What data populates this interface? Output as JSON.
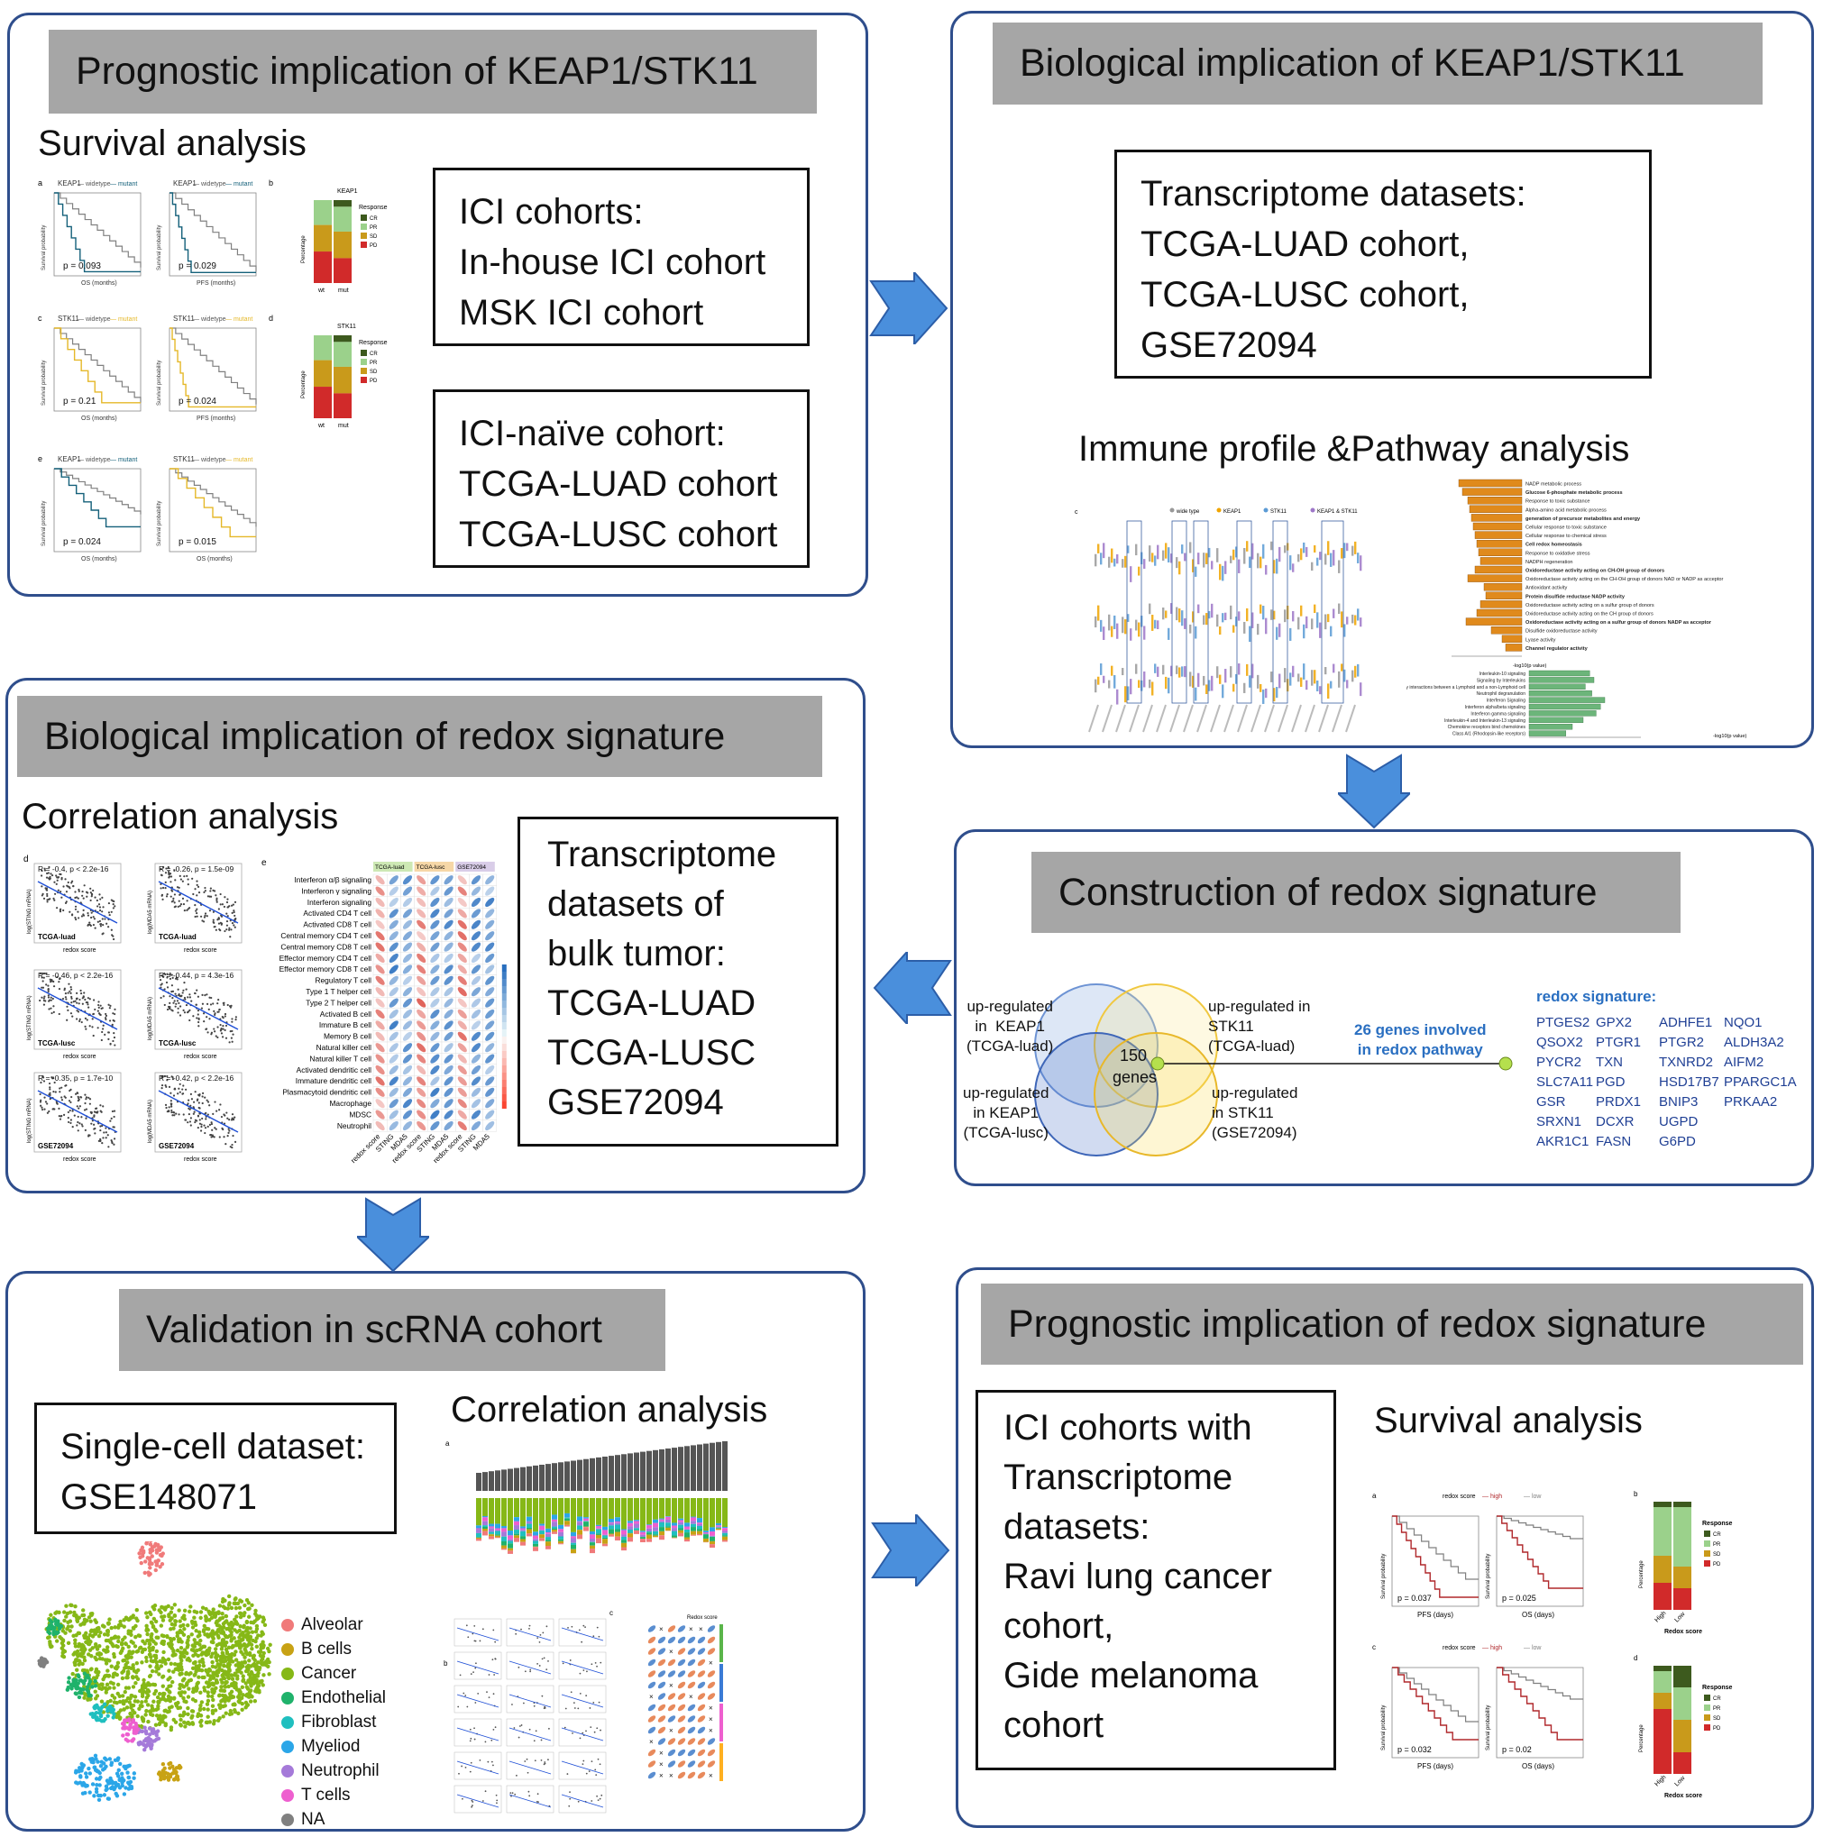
{
  "panels": {
    "p1": {
      "title": "Prognostic implication of KEAP1/STK11",
      "subtitle": "Survival analysis",
      "box1": [
        "ICI cohorts:",
        "In-house ICI cohort",
        "MSK ICI cohort"
      ],
      "box2": [
        "ICI-naïve cohort:",
        "TCGA-LUAD cohort",
        "TCGA-LUSC cohort"
      ],
      "pvals": [
        "p = 0.093",
        "p = 0.029",
        "p = 0.21",
        "p = 0.024",
        "p = 0.024",
        "p = 0.015"
      ],
      "plot_titles": [
        "KEAP1",
        "KEAP1",
        "STK11",
        "STK11",
        "KEAP1",
        "STK11"
      ],
      "legend_wt": "widetype",
      "legend_mut": "mutant",
      "xlabels": [
        "OS (months)",
        "PFS (months)",
        "OS (months)",
        "PFS (months)",
        "OS (months)",
        "OS (months)"
      ],
      "ylabel": "Survival probability",
      "panel_letters": [
        "a",
        "b",
        "c",
        "d",
        "e"
      ],
      "bar_titles": [
        "KEAP1",
        "STK11"
      ],
      "response_label": "Response",
      "response_items": [
        "CR",
        "PR",
        "SD",
        "PD"
      ],
      "bar_xlabels": [
        "wt",
        "mut"
      ],
      "percentage": "Percentage"
    },
    "p2": {
      "title": "Biological implication of KEAP1/STK11",
      "box": [
        "Transcriptome datasets:",
        "TCGA-LUAD cohort,",
        "TCGA-LUSC cohort,",
        "GSE72094"
      ],
      "subtitle": "Immune profile &Pathway analysis",
      "pathways_top": [
        "NADP metabolic process",
        "Glucose 6-phosphate metabolic process",
        "Response to toxic substance",
        "Alpha-amino acid metabolic process",
        "generation of precursor metabolites and energy",
        "Cellular response to toxic substance",
        "Cellular response to chemical stress",
        "Cell redox homeostasis",
        "Response to oxidative stress",
        "NADPH regeneration",
        "Oxidoreductase activity acting on CH-OH group of donors",
        "Oxidoreductase activity acting on the CH-OH group of donors NAD or NADP as acceptor",
        "Antioxidant activity",
        "Protein disulfide reductase NADP activity",
        "Oxidoreductase activity acting on a sulfur group of donors",
        "Oxidoreductase activity acting on the CH group of donors",
        "Oxidoreductase activity acting on a sulfur group of donors NADP as acceptor",
        "Disulfide oxidoreductase activity",
        "Lyase activity",
        "Channel regulator activity"
      ],
      "pathways_bottom": [
        "Interleukin-10 signaling",
        "Signaling by Interleukins",
        "Immunoregulatory interactions between a Lymphoid and a non-Lymphoid cell",
        "Neutrophil degranulation",
        "Interferon Signaling",
        "Interferon alpha/beta signaling",
        "Interferon gamma signaling",
        "Interleukin-4 and Interleukin-13 signaling",
        "Chemokine receptors bind chemokines",
        "Class A/1 (Rhodopsin-like receptors)"
      ],
      "axis_label": "-log10(p value)",
      "legend": [
        "wide type",
        "KEAP1",
        "STK11",
        "KEAP1 & STK11"
      ],
      "panel_letter": "c"
    },
    "p3": {
      "title": "Biological implication of redox signature",
      "subtitle": "Correlation analysis",
      "box": [
        "Transcriptome",
        "datasets of",
        "bulk tumor:",
        "TCGA-LUAD",
        "TCGA-LUSC",
        "GSE72094"
      ],
      "scatter_stats": [
        "R = -0.4, p < 2.2e-16",
        "R = -0.26, p = 1.5e-09",
        "R = -0.46, p < 2.2e-16",
        "R = -0.44, p = 4.3e-16",
        "R = -0.35, p = 1.7e-10",
        "R = -0.42, p < 2.2e-16"
      ],
      "scatter_cohorts": [
        "TCGA-luad",
        "TCGA-luad",
        "TCGA-lusc",
        "TCGA-lusc",
        "GSE72094",
        "GSE72094"
      ],
      "scatter_ylabels": [
        "log(STING mRNA)",
        "log(MDA5 mRNA)",
        "log(STING mRNA)",
        "log(MDA5 mRNA)",
        "log(STING mRNA)",
        "log(MDA5 mRNA)"
      ],
      "scatter_xlabel": "redox score",
      "panel_letters": [
        "d",
        "e"
      ],
      "heat_rows": [
        "Interferon α/β signaling",
        "Interferon γ signaling",
        "Interferon signaling",
        "Activated CD4 T cell",
        "Activated CD8 T cell",
        "Central memory CD4 T cell",
        "Central memory CD8 T cell",
        "Effector memory CD4 T cell",
        "Effector memory CD8 T cell",
        "Regulatory T cell",
        "Type 1 T helper cell",
        "Type 2 T helper cell",
        "Activated B cell",
        "Immature B cell",
        "Memory B cell",
        "Natural killer cell",
        "Natural killer T cell",
        "Activated dendritic cell",
        "Immature dendritic cell",
        "Plasmacytoid dendritic cell",
        "Macrophage",
        "MDSC",
        "Neutrophil"
      ],
      "heat_cols": [
        "redox score",
        "STING",
        "MDA5"
      ],
      "heat_groups": [
        "TCGA-luad",
        "TCGA-lusc",
        "GSE72094"
      ]
    },
    "p4": {
      "title": "Construction of redox signature",
      "venn_labels": [
        "up-regulated\nin  KEAP1\n(TCGA-luad)",
        "up-regulated in\nSTK11\n(TCGA-luad)",
        "up-regulated\nin KEAP1\n(TCGA-lusc)",
        "up-regulated\nin STK11\n(GSE72094)"
      ],
      "center_count": "150",
      "center_label": "genes",
      "arrow_label": "26 genes involved\nin redox pathway",
      "signature_title": "redox signature:",
      "genes": [
        [
          "PTGES2",
          "GPX2",
          "ADHFE1",
          "NQO1"
        ],
        [
          "QSOX2",
          "PTGR1",
          "PTGR2",
          "ALDH3A2"
        ],
        [
          "PYCR2",
          "TXN",
          "TXNRD2",
          "AIFM2"
        ],
        [
          "SLC7A11",
          "PGD",
          "HSD17B7",
          "PPARGC1A"
        ],
        [
          "GSR",
          "PRDX1",
          "BNIP3",
          "PRKAA2"
        ],
        [
          "SRXN1",
          "DCXR",
          "UGPD",
          ""
        ],
        [
          "AKR1C1",
          "FASN",
          "G6PD",
          ""
        ]
      ]
    },
    "p5": {
      "title": "Validation in scRNA cohort",
      "box": [
        "Single-cell dataset:",
        "GSE148071"
      ],
      "subtitle": "Correlation analysis",
      "cell_types": [
        {
          "name": "Alveolar",
          "color": "#f07a7a"
        },
        {
          "name": "B cells",
          "color": "#c8a214"
        },
        {
          "name": "Cancer",
          "color": "#86b817"
        },
        {
          "name": "Endothelial",
          "color": "#1fb26b"
        },
        {
          "name": "Fibroblast",
          "color": "#1fbfbf"
        },
        {
          "name": "Myeliod",
          "color": "#2ba6e8"
        },
        {
          "name": "Neutrophil",
          "color": "#a57ad9"
        },
        {
          "name": "T cells",
          "color": "#ee5fcf"
        },
        {
          "name": "NA",
          "color": "#808080"
        }
      ],
      "panel_letters": [
        "a",
        "b",
        "c"
      ],
      "score_label": "Redox score"
    },
    "p6": {
      "title": "Prognostic implication of redox signature",
      "box": [
        "ICI cohorts with",
        "Transcriptome",
        "datasets:",
        "Ravi lung cancer",
        "cohort,",
        "Gide melanoma",
        "cohort"
      ],
      "subtitle": "Survival analysis",
      "legend_title": "redox score",
      "legend_high": "high",
      "legend_low": "low",
      "pvals": [
        "p = 0.037",
        "p = 0.025",
        "p = 0.032",
        "p = 0.02"
      ],
      "xlabels": [
        "PFS (days)",
        "OS (days)",
        "PFS (days)",
        "OS (days)"
      ],
      "ylabel": "Survival probability",
      "panel_letters": [
        "a",
        "b",
        "c",
        "d"
      ],
      "response_label": "Response",
      "response_items": [
        "CR",
        "PR",
        "SD",
        "PD"
      ],
      "bar_xlabels": [
        "High",
        "Low"
      ],
      "bar_xtitle": "Redox score",
      "percentage": "Percentage"
    }
  },
  "colors": {
    "panel_border": "#2f4e8c",
    "title_bg": "#a6a6a6",
    "arrow_fill": "#4a8fdc",
    "arrow_stroke": "#2c5ea8",
    "wt": "#808080",
    "mutant_keap1": "#14607a",
    "mutant_stk11": "#e5b829",
    "high": "#b0282c",
    "low": "#7f7f7f",
    "orange_bar": "#e08a1c",
    "green_bar": "#6cb57a",
    "cr": "#3d5a1e",
    "pr": "#9bd18b",
    "sd": "#c99a1b",
    "pd": "#d12a2a"
  }
}
